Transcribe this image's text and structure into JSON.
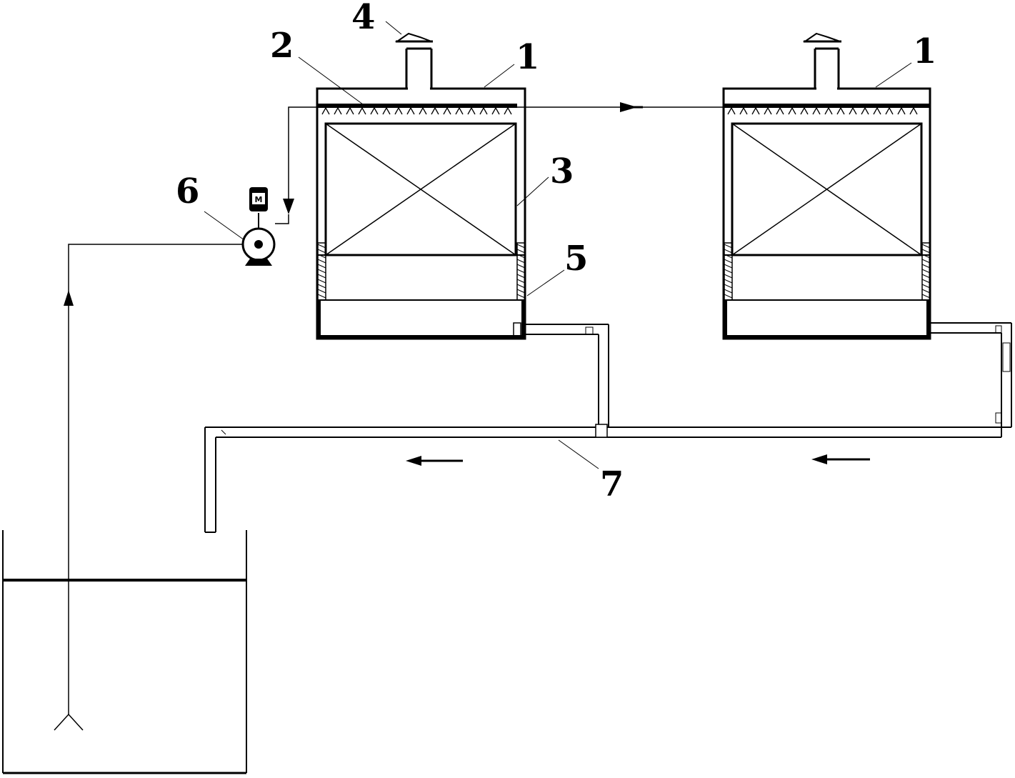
{
  "labels": {
    "tower_left_number": "1",
    "tower_right_number": "1",
    "spray_header": "2",
    "packing": "3",
    "vent_cap": "4",
    "basin_wall": "5",
    "pump": "6",
    "return_pipe": "7",
    "motor": "M"
  },
  "colors": {
    "line": "#000000",
    "background": "#ffffff"
  },
  "icons": [
    "flow-arrow-icon",
    "pump-icon",
    "motor-icon",
    "spray-nozzle-icon",
    "vent-cap-icon",
    "suction-strainer-icon"
  ]
}
